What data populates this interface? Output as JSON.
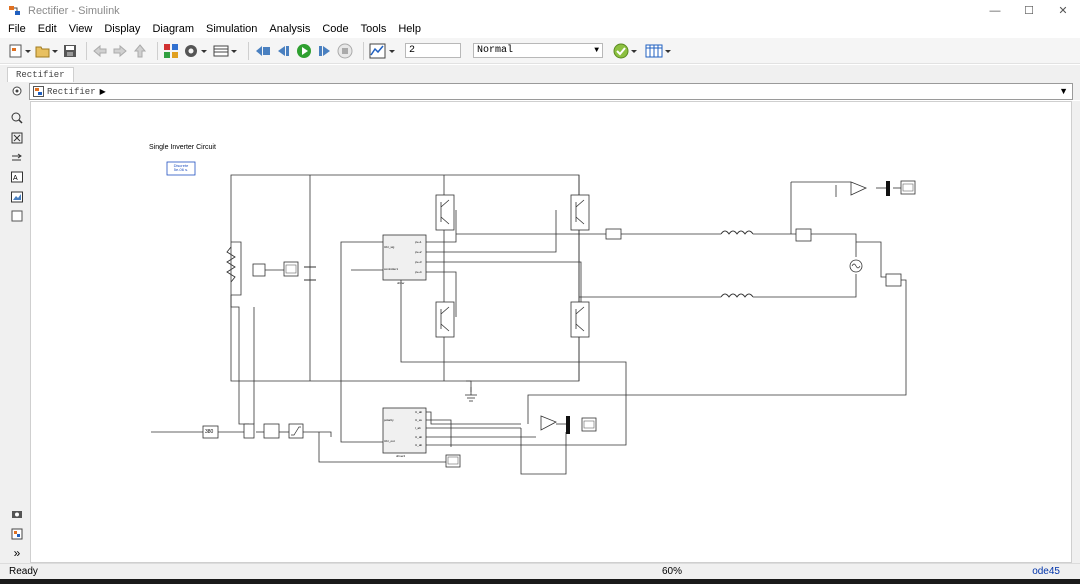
{
  "window": {
    "title": "Rectifier - Simulink",
    "controls": [
      "—",
      "☐",
      "✕"
    ]
  },
  "menu": [
    "File",
    "Edit",
    "View",
    "Display",
    "Diagram",
    "Simulation",
    "Analysis",
    "Code",
    "Tools",
    "Help"
  ],
  "toolbar": {
    "stop_time": "2",
    "sim_mode": "Normal"
  },
  "tab": {
    "label": "Rectifier"
  },
  "address": {
    "path": "Rectifier"
  },
  "diagram": {
    "title": "Single Inverter Circuit",
    "powergui_line1": "Discrete",
    "powergui_line2": "5e-06 s.",
    "constant_value": "380",
    "driver1_label": "driver",
    "driver1_in1": "Ubr_sig",
    "driver1_in2": "controller1",
    "driver1_out1": "pv+1",
    "driver1_out2": "pv+2",
    "driver1_out3": "pv+3",
    "driver1_out4": "pv+4",
    "driver2_label": "driver2",
    "driver2_in1": "polarity",
    "driver2_in2": "Ubr_out",
    "driver2_out1": "U_ab",
    "driver2_out2": "U_av",
    "driver2_out3": "I_ab",
    "driver2_out4": "U_ab",
    "driver2_out5": "U_ab"
  },
  "status": {
    "left": "Ready",
    "zoom": "60%",
    "solver": "ode45"
  }
}
